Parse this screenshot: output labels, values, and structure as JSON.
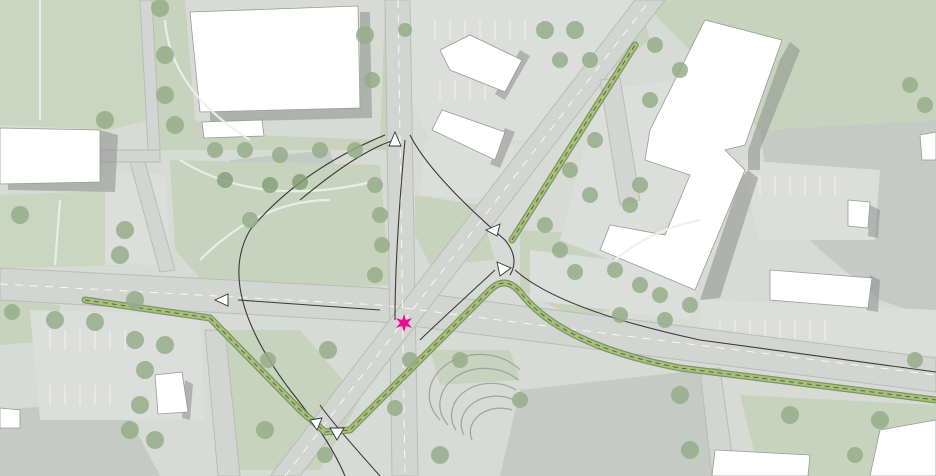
{
  "map": {
    "kind": "site plan / aerial intersection redesign",
    "legend": [],
    "labels": [],
    "features": {
      "intersection_marker": {
        "icon": "star-burst-icon",
        "color": "#e8118c"
      },
      "multi_use_trail": {
        "color": "#a9c07a",
        "edge_color": "#6f8f5a",
        "style": "dashed centerline"
      },
      "proposed_alignment": {
        "color": "#3a3a3a",
        "style": "thin outline loop around intersection"
      },
      "buildings": {
        "color": "#ffffff",
        "shadow_color": "#8d8f8c"
      },
      "trees": {
        "color": "#95ad8a"
      },
      "yield_triangles": {
        "icon": "yield-triangle-icon",
        "count": 6
      }
    }
  }
}
